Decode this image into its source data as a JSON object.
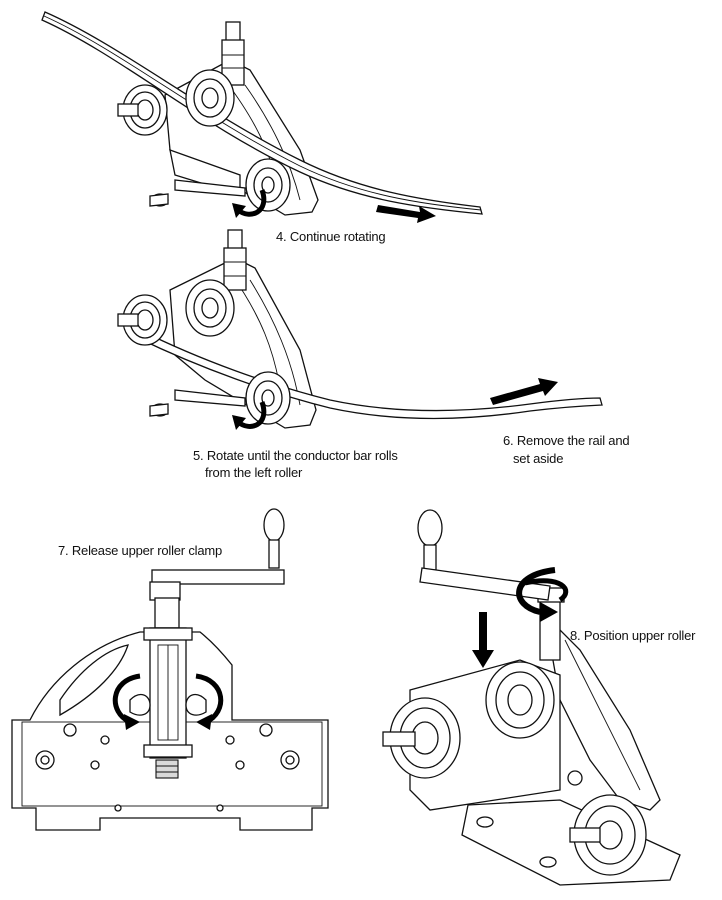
{
  "steps": {
    "step4": "4. Continue rotating",
    "step5_line1": "5. Rotate until the conductor bar rolls",
    "step5_line2": "from the left roller",
    "step6_line1": "6. Remove the rail and",
    "step6_line2": "set aside",
    "step7": "7. Release upper roller clamp",
    "step8": "8. Position upper roller"
  }
}
